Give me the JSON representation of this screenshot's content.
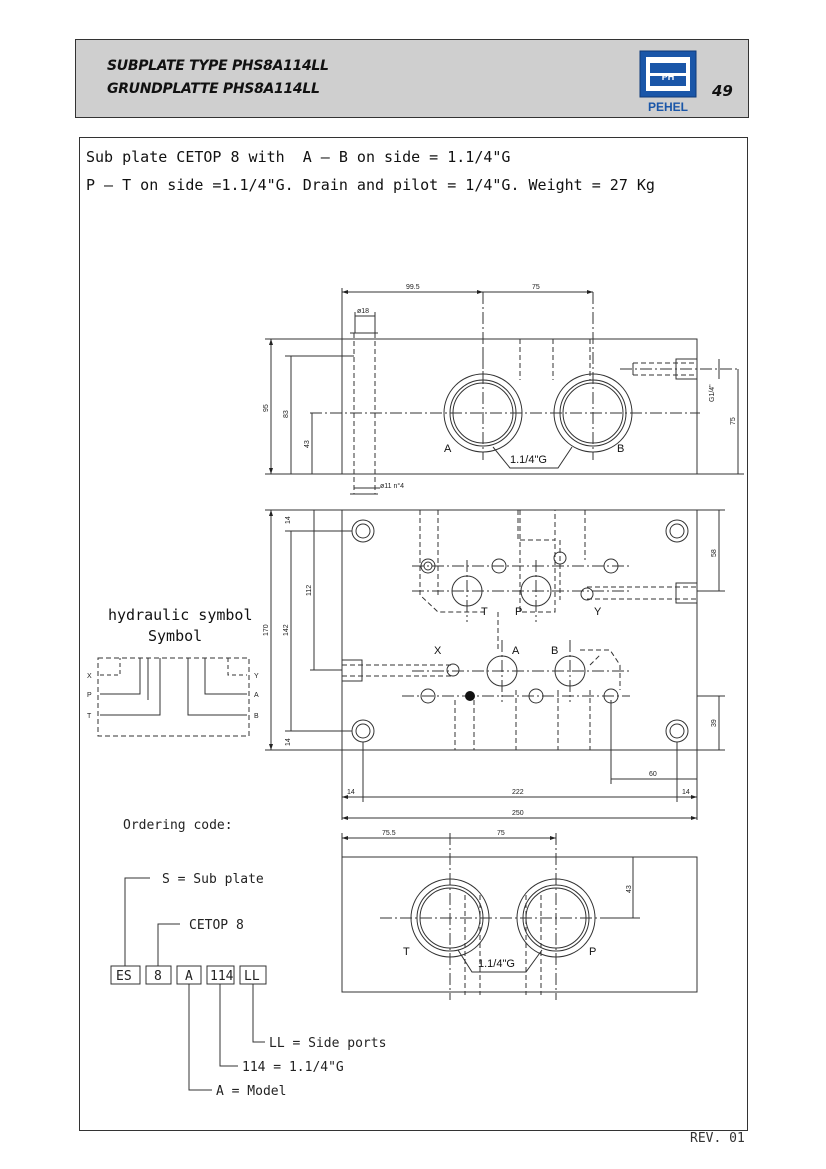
{
  "header": {
    "title_line1": "SUBPLATE TYPE PHS8A114LL",
    "title_line2": "GRUNDPLATTE PHS8A114LL",
    "page_number": "49",
    "logo_text": "PEHEL",
    "logo_mark": "PH"
  },
  "description": {
    "line1": "Sub plate CETOP 8 with  A – B on side = 1.1/4\"G",
    "line2": "P – T on side =1.1/4\"G. Drain and pilot = 1/4\"G. Weight = 27 Kg"
  },
  "top_view": {
    "dims": {
      "d1": "99.5",
      "d2": "75",
      "d3": "ø18",
      "d4": "95",
      "d5": "83",
      "d6": "43",
      "d7": "ø11 n°4",
      "d8": "G1/4\"",
      "d9": "75"
    },
    "port_a": "A",
    "port_b": "B",
    "thread": "1.1/4\"G"
  },
  "plan_view": {
    "dims": {
      "d1": "14",
      "d2": "170",
      "d3": "142",
      "d4": "112",
      "d5": "14",
      "d6": "58",
      "d7": "39",
      "d8": "60",
      "d9": "14",
      "d10": "222",
      "d11": "14",
      "d12": "250"
    },
    "ports": {
      "t": "T",
      "p": "P",
      "y": "Y",
      "x": "X",
      "a": "A",
      "b": "B"
    }
  },
  "bottom_view": {
    "dims": {
      "d1": "75.5",
      "d2": "75",
      "d3": "43"
    },
    "port_t": "T",
    "port_p": "P",
    "thread": "1.1/4\"G"
  },
  "hydraulic_symbol": {
    "title_line1": "hydraulic symbol",
    "title_line2": "Symbol",
    "x": "X",
    "p": "P",
    "t": "T",
    "y": "Y",
    "a": "A",
    "b": "B"
  },
  "ordering_code": {
    "title": "Ordering code:",
    "boxes": [
      "ES",
      "8",
      "A",
      "114",
      "LL"
    ],
    "s_label": "S  = Sub plate",
    "cetop_label": "CETOP 8",
    "ll_label": "LL = Side ports",
    "size_label": "114 = 1.1/4\"G",
    "model_label": "A  = Model"
  },
  "footer": {
    "revision": "REV. 01"
  }
}
